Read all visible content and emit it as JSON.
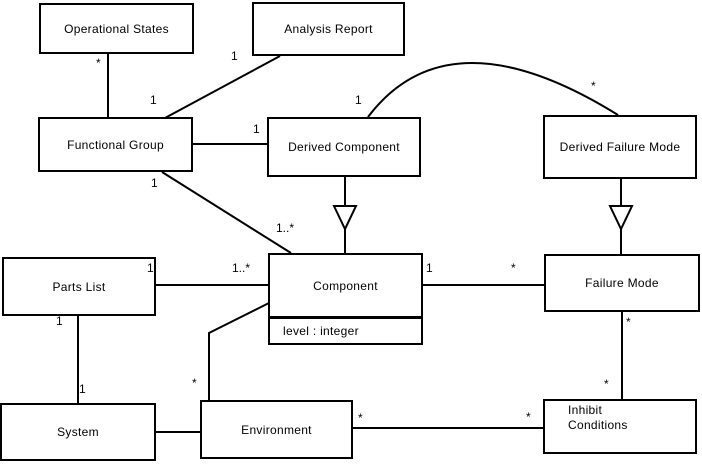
{
  "diagram": {
    "title": "FMEA domain UML class diagram",
    "colors": {
      "line": "#000000",
      "background": "#ffffff",
      "text": "#000000"
    },
    "classes": {
      "operational_states": {
        "name": "Operational States"
      },
      "analysis_report": {
        "name": "Analysis Report"
      },
      "functional_group": {
        "name": "Functional Group"
      },
      "derived_component": {
        "name": "Derived Component"
      },
      "derived_failure_mode": {
        "name": "Derived Failure Mode"
      },
      "parts_list": {
        "name": "Parts List"
      },
      "component": {
        "name": "Component",
        "attribute": "level : integer"
      },
      "failure_mode": {
        "name": "Failure Mode"
      },
      "system": {
        "name": "System"
      },
      "environment": {
        "name": "Environment"
      },
      "inhibit_conditions": {
        "name": "Inhibit\nConditions"
      }
    },
    "relations": [
      {
        "from": "Operational States",
        "to": "Functional Group",
        "type": "association",
        "labels": [
          "*"
        ]
      },
      {
        "from": "Analysis Report",
        "to": "Functional Group",
        "type": "association",
        "labels": [
          "1",
          "1"
        ]
      },
      {
        "from": "Functional Group",
        "to": "Derived Component",
        "type": "association",
        "labels": [
          "1"
        ]
      },
      {
        "from": "Derived Component",
        "to": "Derived Failure Mode",
        "type": "association-arc",
        "labels": [
          "1",
          "*"
        ]
      },
      {
        "from": "Functional Group",
        "to": "Component",
        "type": "association",
        "labels": [
          "1",
          "1..*"
        ]
      },
      {
        "from": "Derived Component",
        "to": "Component",
        "type": "generalization",
        "labels": []
      },
      {
        "from": "Derived Failure Mode",
        "to": "Failure Mode",
        "type": "generalization",
        "labels": []
      },
      {
        "from": "Parts List",
        "to": "Component",
        "type": "association",
        "labels": [
          "1",
          "1..*"
        ]
      },
      {
        "from": "Component",
        "to": "Failure Mode",
        "type": "association",
        "labels": [
          "1",
          "*"
        ]
      },
      {
        "from": "Parts List",
        "to": "System",
        "type": "association",
        "labels": [
          "1",
          "1"
        ]
      },
      {
        "from": "Component",
        "to": "Environment",
        "type": "association",
        "labels": [
          "*"
        ]
      },
      {
        "from": "System",
        "to": "Environment",
        "type": "association",
        "labels": []
      },
      {
        "from": "Environment",
        "to": "Inhibit Conditions",
        "type": "association",
        "labels": [
          "*",
          "*"
        ]
      },
      {
        "from": "Failure Mode",
        "to": "Inhibit Conditions",
        "type": "association",
        "labels": [
          "*",
          "*"
        ]
      }
    ]
  }
}
